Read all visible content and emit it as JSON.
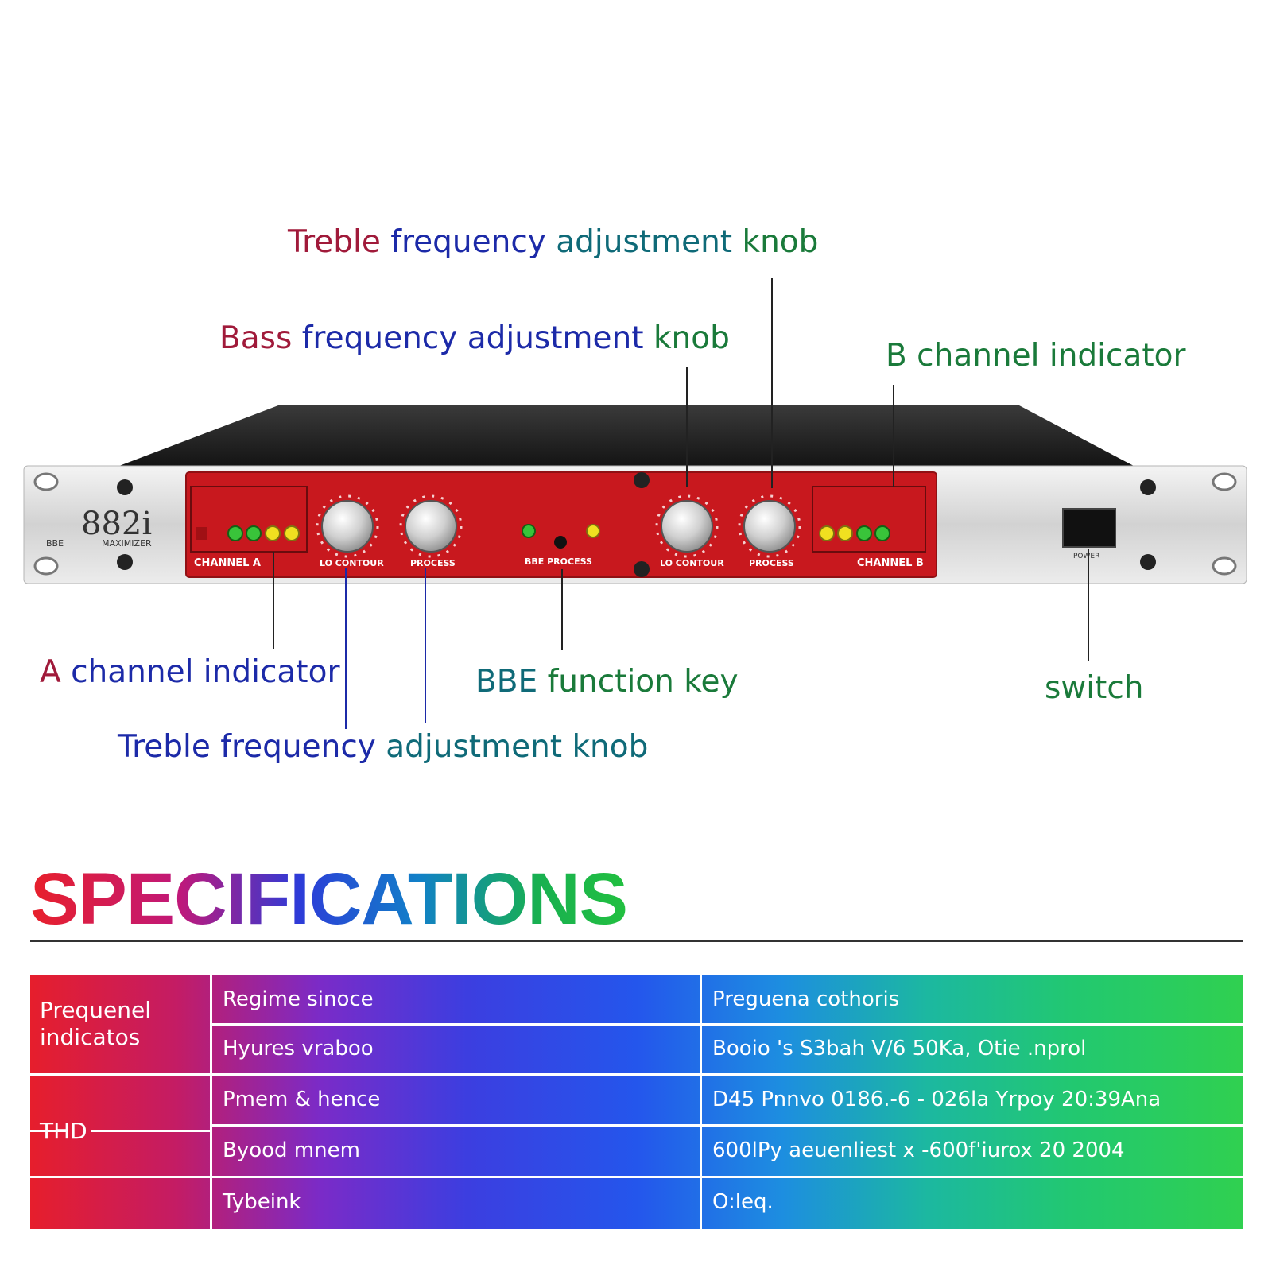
{
  "callouts": {
    "top_treble": [
      "Treble ",
      "frequency ",
      "adjustment ",
      "knob"
    ],
    "bass": [
      "Bass ",
      "frequency ",
      "adjustment ",
      "knob"
    ],
    "b_channel": [
      "B ",
      "channel indicator"
    ],
    "a_channel": [
      "A ",
      "channel indicator"
    ],
    "bbe": [
      "BBE ",
      "function key"
    ],
    "switch": "switch",
    "bottom_treble": [
      "Treble frequency ",
      "adjustment knob"
    ]
  },
  "callout_colors": {
    "red": "#a01a3a",
    "blue": "#1c2aa8",
    "teal": "#0f6a78",
    "green": "#1a7a3a"
  },
  "device": {
    "model": "882i",
    "brand_left": "BBE",
    "brand_right": "MAXIMIZER",
    "channel_a_label": "CHANNEL A",
    "channel_b_label": "CHANNEL B",
    "knob_labels": [
      "LO CONTOUR",
      "PROCESS",
      "LO CONTOUR",
      "PROCESS"
    ],
    "bbe_process_label": "BBE PROCESS",
    "power_label": "POWER",
    "panel_color": "#c8181e",
    "led_green": "#39c43a",
    "led_yellow": "#f0e020"
  },
  "specifications": {
    "title": "SPECIFICATIONS",
    "group_labels": [
      "Prequenel indicatos",
      "THD"
    ],
    "rows": [
      {
        "name": "Regime sinoce",
        "value": "Preguena cothoris"
      },
      {
        "name": "Hyures vraboo",
        "value": "Booio 's S3bah V/6 50Ka, Otie .nprol"
      },
      {
        "name": "Pmem & hence",
        "value": "D45 Pnnvo 0186.-6 - 026la Yrpoy 20:39Ana"
      },
      {
        "name": "Byood mnem",
        "value": "600lPy aeuenliest x -600f'iurox 20 2004"
      },
      {
        "name": "Tybeink",
        "value": "O:leq."
      }
    ]
  }
}
